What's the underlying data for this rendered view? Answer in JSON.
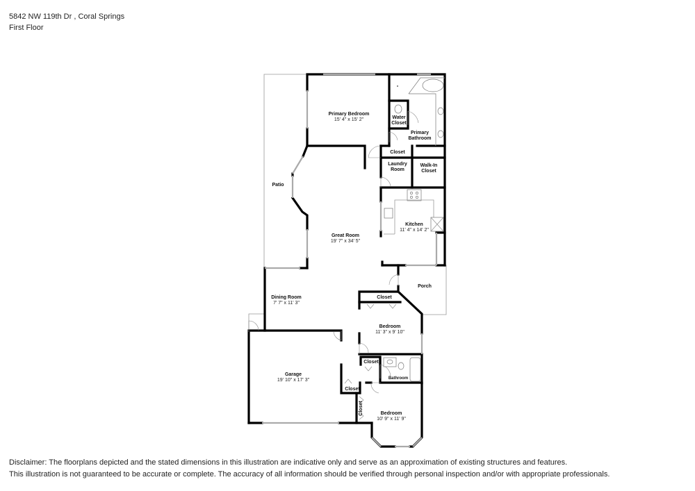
{
  "header": {
    "address": "5842 NW 119th Dr , Coral Springs",
    "floor": "First Floor"
  },
  "rooms": [
    {
      "name": "Primary Bedroom",
      "dimensions": "15' 4\" x 15' 2\""
    },
    {
      "name_line1": "Water",
      "name_line2": "Closet"
    },
    {
      "name_line1": "Primary",
      "name_line2": "Bathroom"
    },
    {
      "name": "Closet"
    },
    {
      "name_line1": "Laundry",
      "name_line2": "Room"
    },
    {
      "name_line1": "Walk-In",
      "name_line2": "Closet"
    },
    {
      "name": "Patio"
    },
    {
      "name": "Kitchen",
      "dimensions": "11' 4\" x 14' 2\""
    },
    {
      "name": "Great Room",
      "dimensions": "19' 7\" x 34' 5\""
    },
    {
      "name": "Porch"
    },
    {
      "name": "Dining Room",
      "dimensions": "7' 7\" x 11' 3\""
    },
    {
      "name": "Closet"
    },
    {
      "name": "Bedroom",
      "dimensions": "11' 3\" x 9' 10\""
    },
    {
      "name": "Closet"
    },
    {
      "name": "Bathroom"
    },
    {
      "name": "Garage",
      "dimensions": "19' 10\" x 17' 3\""
    },
    {
      "name": "Closet"
    },
    {
      "name": "Closet"
    },
    {
      "name": "Bedroom",
      "dimensions": "10' 9\" x 11' 9\""
    }
  ],
  "disclaimer": {
    "line1": "Disclaimer: The floorplans depicted and the stated dimensions in this illustration are indicative only and serve as an approximation of existing structures and features.",
    "line2": "This illustration is not guaranteed to be accurate or complete. The accuracy of all information should be verified through personal inspection and/or with appropriate professionals."
  }
}
